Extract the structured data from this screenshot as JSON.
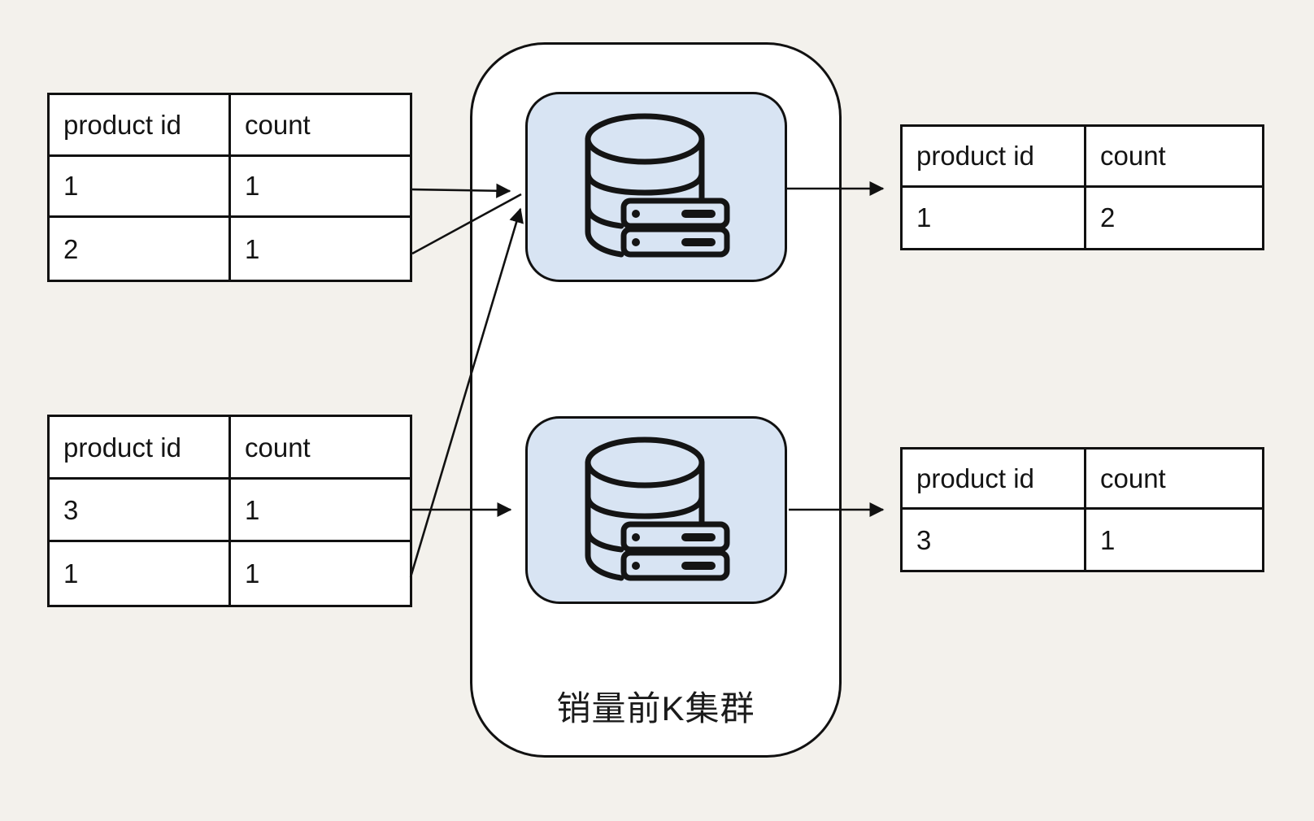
{
  "colors": {
    "background": "#f3f1ec",
    "node_fill": "#d8e4f3",
    "stroke": "#111111",
    "table_fill": "#ffffff"
  },
  "cluster": {
    "label": "销量前K集群"
  },
  "icons": {
    "shard": "database-server-icon"
  },
  "tables": {
    "top_left": {
      "headers": [
        "product id",
        "count"
      ],
      "rows": [
        [
          "1",
          "1"
        ],
        [
          "2",
          "1"
        ]
      ]
    },
    "bottom_left": {
      "headers": [
        "product id",
        "count"
      ],
      "rows": [
        [
          "3",
          "1"
        ],
        [
          "1",
          "1"
        ]
      ]
    },
    "top_right": {
      "headers": [
        "product id",
        "count"
      ],
      "rows": [
        [
          "1",
          "2"
        ]
      ]
    },
    "bottom_right": {
      "headers": [
        "product id",
        "count"
      ],
      "rows": [
        [
          "3",
          "1"
        ]
      ]
    }
  }
}
